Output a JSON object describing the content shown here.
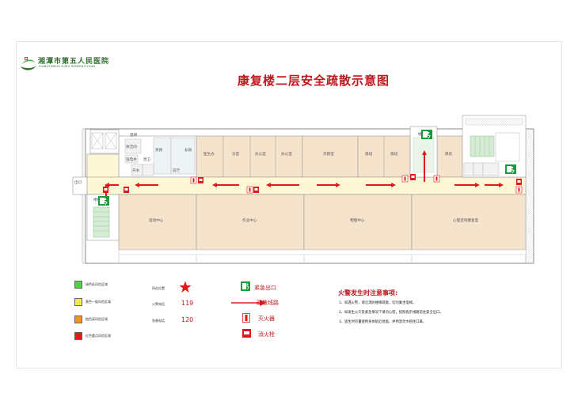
{
  "header": {
    "hospital_name": "湘潭市第五人民医院",
    "hospital_name_en": "XIANGTANSHI DIWU RENMINYIYUAN",
    "title": "康复楼二层安全疏散示意图"
  },
  "rooms": {
    "stair_top": "楼梯",
    "elevator": "电梯",
    "men_wc": "男厕",
    "women_wc": "女厕",
    "cleaning": "保洁间",
    "electric_well": "强电井",
    "water_room": "开水",
    "xielie": "泄卫",
    "hall": "前厅",
    "office": "办公室",
    "doctor": "医生办",
    "study": "示教室",
    "duty": "值班室",
    "duty2": "值班",
    "treat": "诊室",
    "storage": "库房",
    "pt_center": "运动中心",
    "ot_center": "作业中心",
    "rehab_center": "物理中心",
    "psych": "心理咨询康复室",
    "exit_label": "出口",
    "stair_left": "楼梯间"
  },
  "legend": {
    "zones": [
      {
        "label": "绿色低风险区域",
        "color": "#4fd34a"
      },
      {
        "label": "黄色一般风险区域",
        "color": "#f4e94a"
      },
      {
        "label": "橙色高风险区域",
        "color": "#f3912b"
      },
      {
        "label": "红色重点风险区域",
        "color": "#e01a1a"
      }
    ],
    "position_label": "所在位置",
    "fire_label": "火警电话",
    "fire_number": "119",
    "ambulance_label": "急救电话",
    "ambulance_number": "120",
    "symbols": [
      {
        "label": "紧急出口",
        "icon": "emergency-exit-icon"
      },
      {
        "label": "疏散线路",
        "icon": "evacuation-arrow-icon"
      },
      {
        "label": "灭火器",
        "icon": "fire-extinguisher-icon"
      },
      {
        "label": "消火栓",
        "icon": "fire-hydrant-icon"
      }
    ]
  },
  "notes": {
    "title": "火警发生时注意事项:",
    "items": [
      "1、如遇火警，请沿消防楼梯疏散，切勿乘坐电梯。",
      "2、如发生火灾及紧急情况下请勿心慌，按照指示线路前往安全出口。",
      "3、逃生时尽量使用身体贴近地面，并用湿毛巾捂住口鼻。"
    ]
  },
  "colors": {
    "title_red": "#c0161d",
    "room_fill": "#f6e3cc",
    "corridor_fill": "#fdf7d6",
    "arrow_red": "#e01a1a",
    "exit_green": "#1c9a3c",
    "brand_green": "#2f6d2d"
  }
}
